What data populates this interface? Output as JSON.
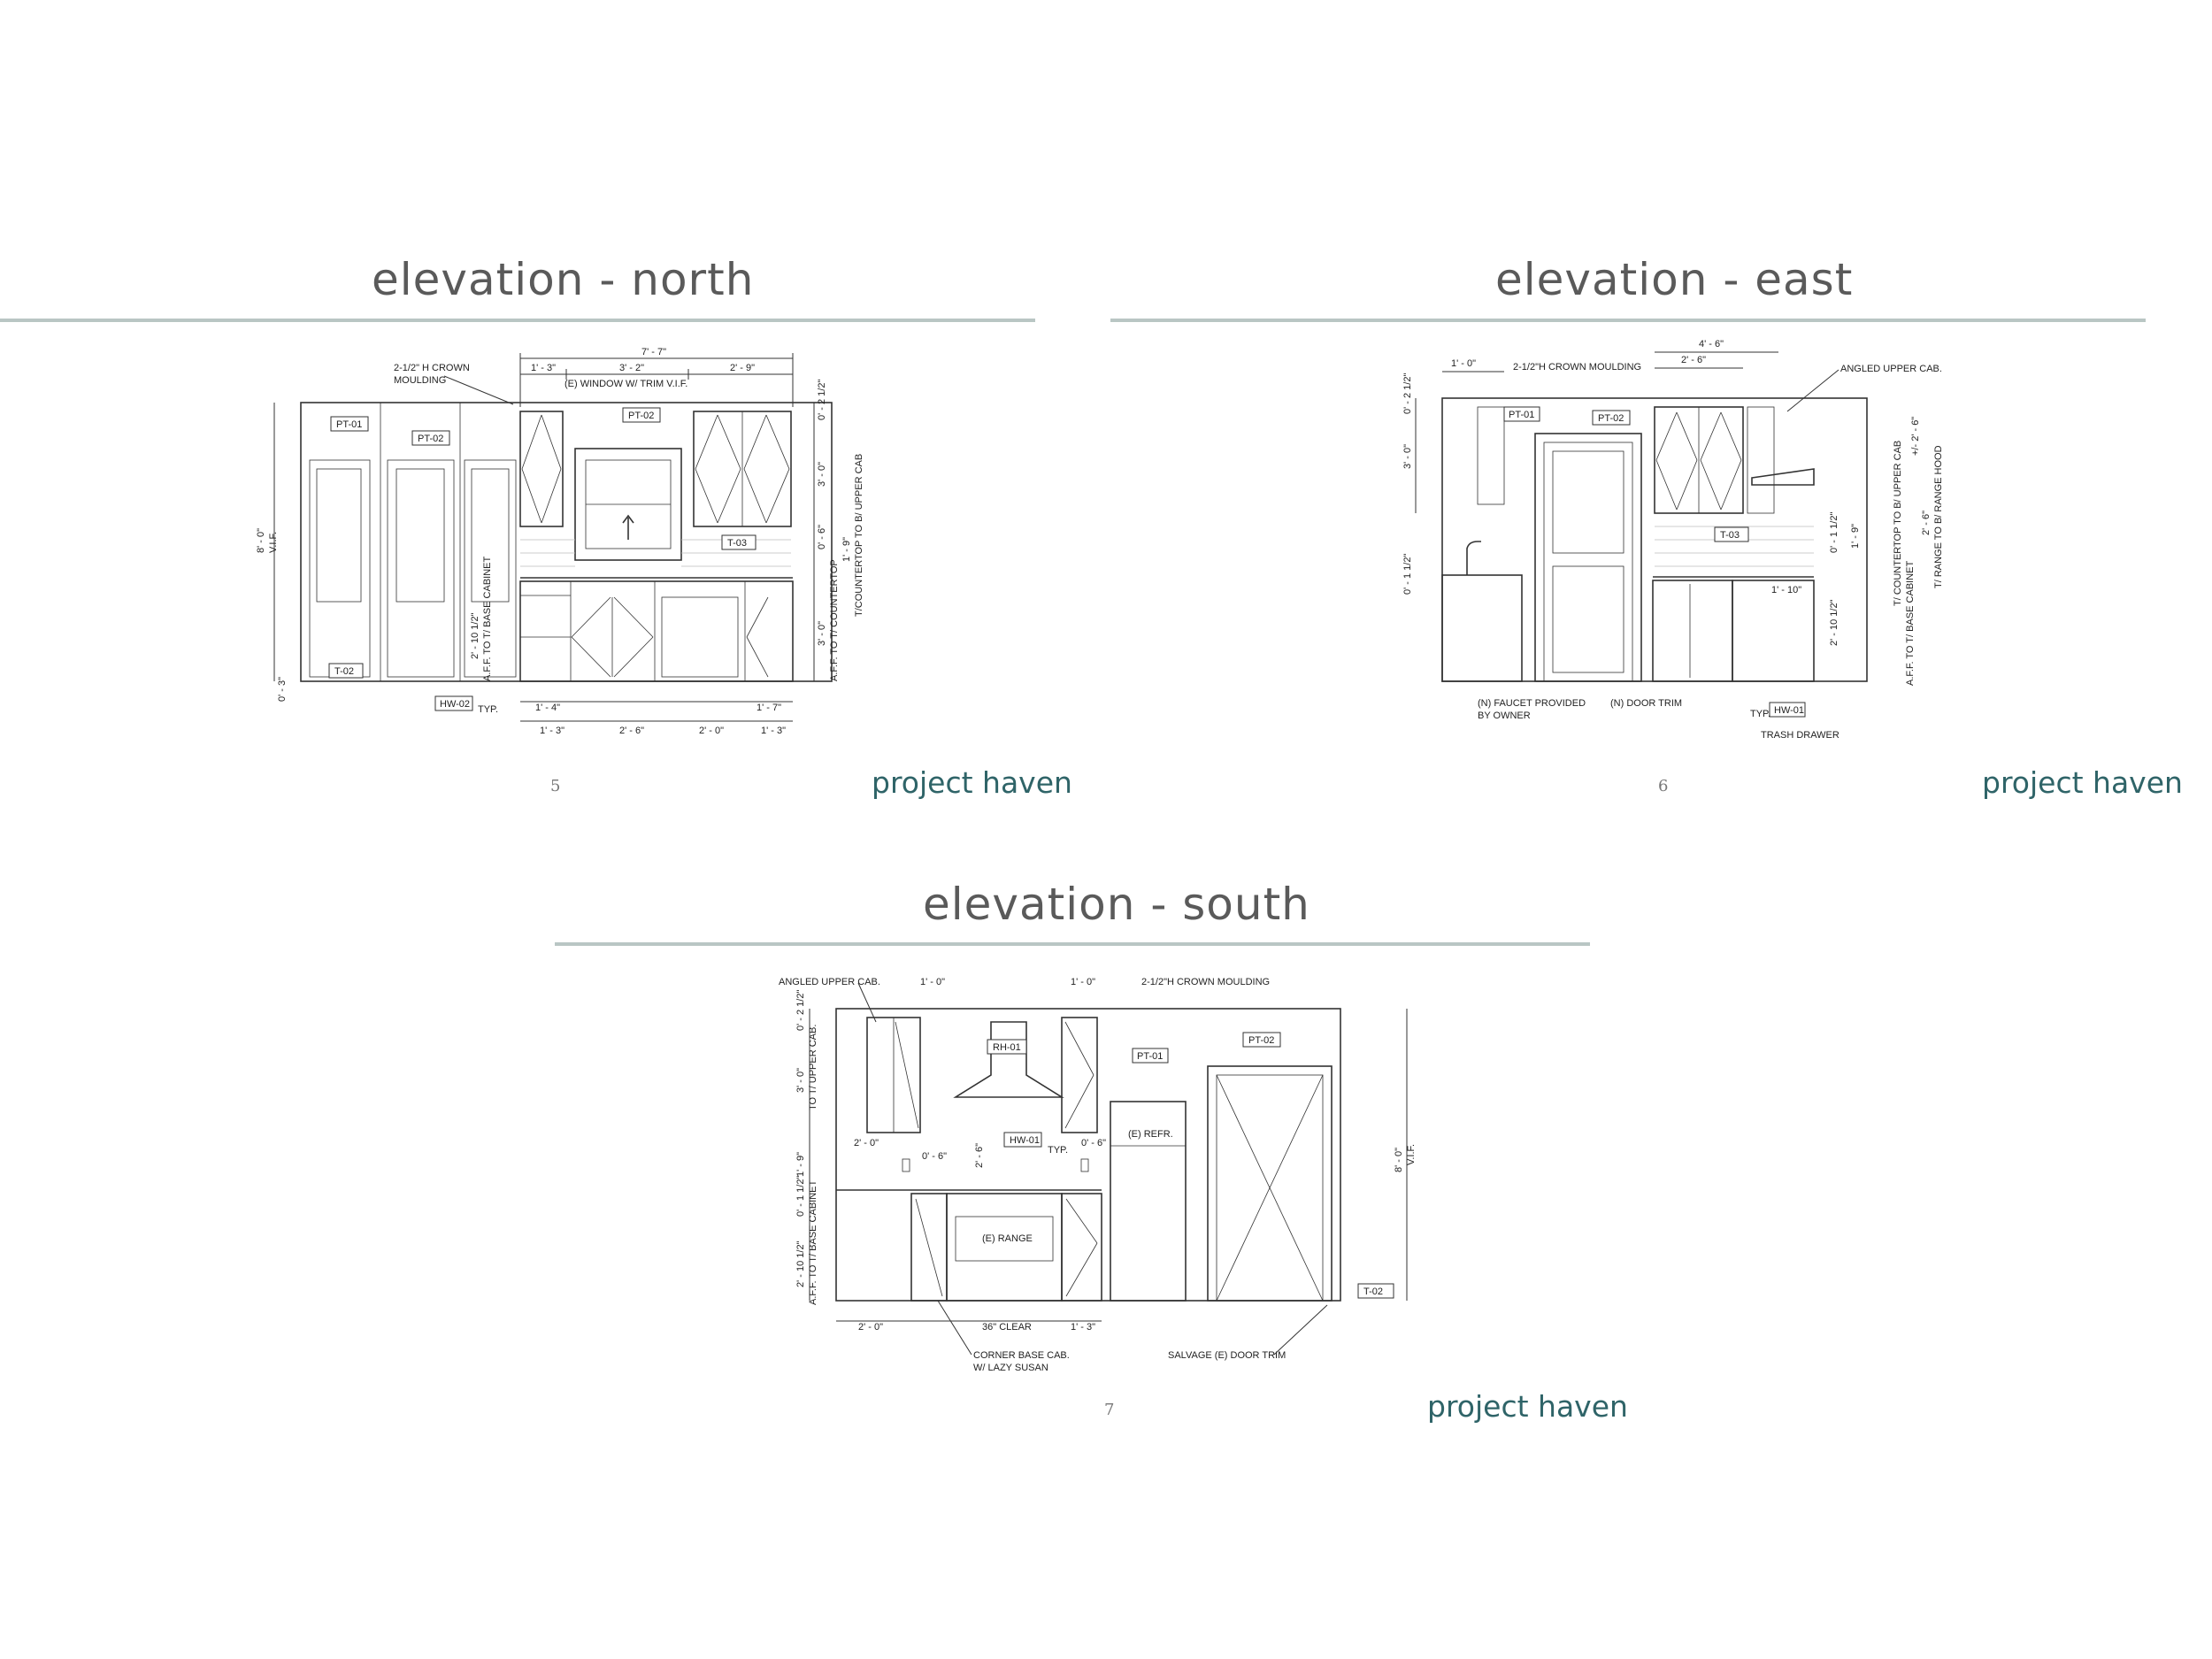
{
  "brand": "project haven",
  "panels": {
    "north": {
      "title": "elevation - north",
      "page": "5",
      "labels": {
        "crown": "2-1/2\" H CROWN",
        "crown2": "MOULDING",
        "window": "(E) WINDOW W/ TRIM V.I.F.",
        "pt01": "PT-01",
        "pt02a": "PT-02",
        "pt02b": "PT-02",
        "t03": "T-03",
        "t02": "T-02",
        "hw02": "HW-02",
        "typ": "TYP.",
        "d_top": "7' - 7\"",
        "d_13": "1' - 3\"",
        "d_32": "3' - 2\"",
        "d_29": "2' - 9\"",
        "d_212": "0' - 2 1/2\"",
        "d_30": "3' - 0\"",
        "d_8": "8' - 0\"",
        "vif": "V.I.F.",
        "d_06": "0' - 6\"",
        "d_19": "1' - 9\"",
        "d_uppercab": "T/COUNTERTOP TO B/ UPPER CAB",
        "d_30b": "3' - 0\"",
        "d_counter": "A.F.F. TO T/ COUNTERTOP",
        "d_2102": "2' - 10 1/2\"",
        "d_base": "A.F.F. TO T/ BASE CABINET",
        "d_03": "0' - 3\"",
        "d_14": "1' - 4\"",
        "d_17": "1' - 7\"",
        "d_13b": "1' - 3\"",
        "d_26": "2' - 6\"",
        "d_20": "2' - 0\"",
        "d_13c": "1' - 3\""
      }
    },
    "east": {
      "title": "elevation - east",
      "page": "6",
      "labels": {
        "d_10": "1' - 0\"",
        "crown": "2-1/2\"H CROWN MOULDING",
        "d_46": "4' - 6\"",
        "d_26": "2' - 6\"",
        "angled": "ANGLED UPPER CAB.",
        "pt01": "PT-01",
        "pt02": "PT-02",
        "t03": "T-03",
        "hw01": "HW-01",
        "typ": "TYP.",
        "d_0212": "0' - 2 1/2\"",
        "d_30": "3' - 0\"",
        "d_0112": "0' - 1 1/2\"",
        "d_0112b": "0' - 1 1/2\"",
        "d_19": "1' - 9\"",
        "d_uppercab": "T/ COUNTERTOP TO B/ UPPER CAB",
        "d_1010": "1' - 10\"",
        "d_2102": "2' - 10 1/2\"",
        "d_base": "A.F.F. TO T/ BASE CABINET",
        "d_426": "+/- 2' - 6\"",
        "d_26b": "2' - 6\"",
        "d_hood": "T/ RANGE TO B/ RANGE HOOD",
        "faucet": "(N) FAUCET PROVIDED",
        "faucet2": "BY OWNER",
        "door": "(N) DOOR TRIM",
        "trash": "TRASH DRAWER"
      }
    },
    "south": {
      "title": "elevation - south",
      "page": "7",
      "labels": {
        "angled": "ANGLED UPPER CAB.",
        "d_10": "1' - 0\"",
        "d_10b": "1' - 0\"",
        "crown": "2-1/2\"H CROWN MOULDING",
        "rh01": "RH-01",
        "pt01": "PT-01",
        "pt02": "PT-02",
        "hw01": "HW-01",
        "typ": "TYP.",
        "refr": "(E) REFR.",
        "range": "(E) RANGE",
        "t02": "T-02",
        "d_0212": "0' - 2 1/2\"",
        "d_30": "3' - 0\"",
        "d_uppercab": "TO T/ UPPER CAB.",
        "d_20": "2' - 0\"",
        "d_26": "2' - 6\"",
        "d_06": "0' - 6\"",
        "d_06b": "0' - 6\"",
        "d_19": "1' - 9\"",
        "d_0112": "0' - 1 1/2\"",
        "d_2102": "2' - 10 1/2\"",
        "d_base": "A.F.F. TO T/ BASE CABINET",
        "d_8": "8' - 0\"",
        "vif": "V.I.F.",
        "d_20b": "2' - 0\"",
        "clear": "36\" CLEAR",
        "d_13": "1' - 3\"",
        "corner": "CORNER BASE CAB.",
        "corner2": "W/ LAZY SUSAN",
        "salvage": "SALVAGE (E) DOOR TRIM"
      }
    }
  }
}
